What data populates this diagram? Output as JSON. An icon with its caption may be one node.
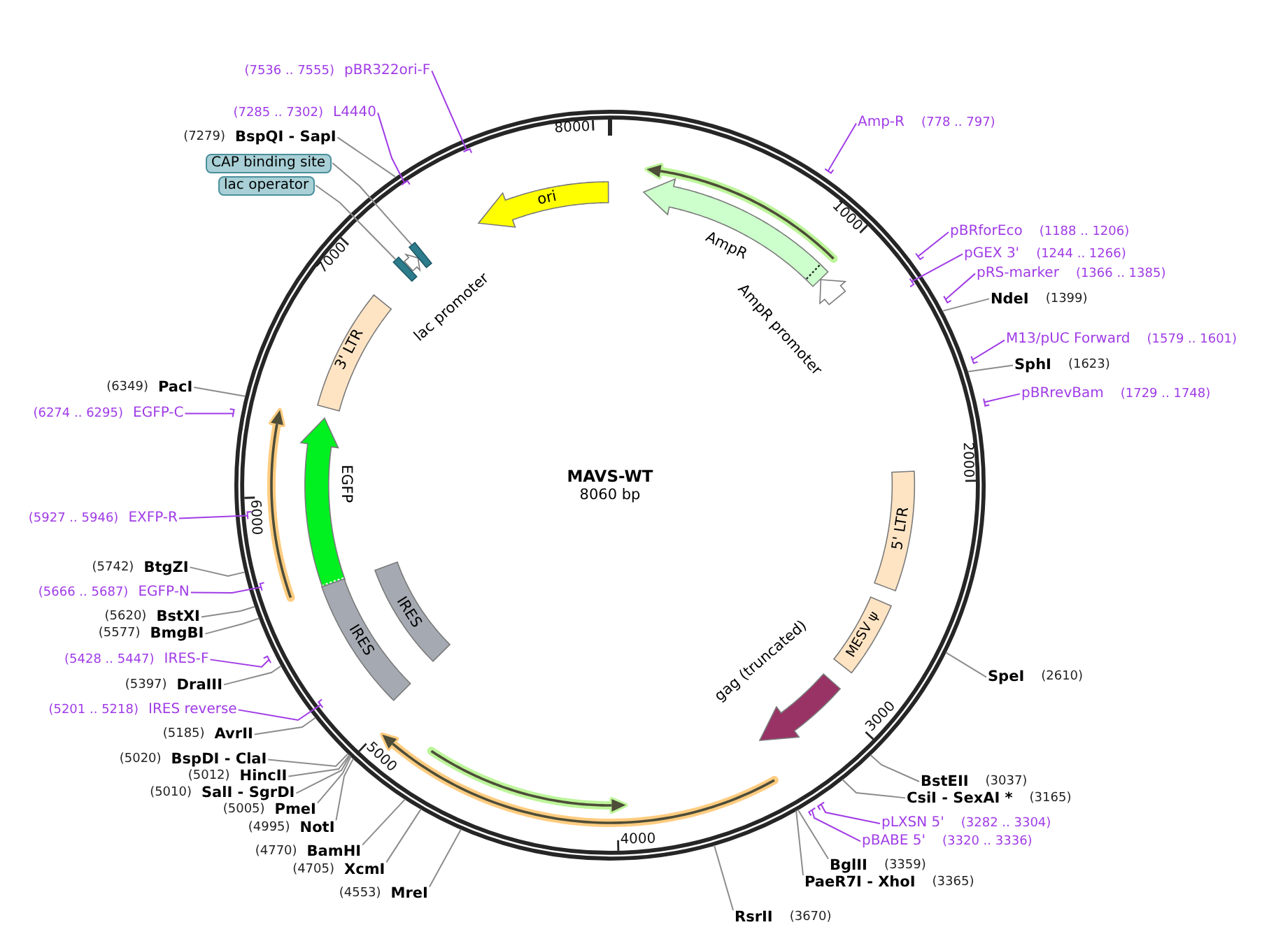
{
  "diagram": {
    "nodes": [
      {
        "text": [
          "MAVS-WT",
          "8060 bp"
        ]
      },
      {
        "text": [
          "ori"
        ],
        "in": 0
      },
      {
        "text": [
          "AmpR"
        ],
        "in": 0
      },
      {
        "text": [
          "AmpR promoter"
        ],
        "in": 0
      },
      {
        "text": [
          "lac promoter"
        ],
        "in": 0
      },
      {
        "text": [],
        "shape": "bar",
        "in": 0
      },
      {
        "text": [],
        "shape": "bar",
        "in": 0
      },
      {
        "text": [
          "3' LTR"
        ],
        "in": 0
      },
      {
        "text": [
          "EGFP"
        ],
        "in": 0
      },
      {
        "text": [
          "IRES"
        ],
        "in": 0
      },
      {
        "text": [
          "IRES"
        ],
        "in": 0
      },
      {
        "text": [
          "5' LTR"
        ],
        "in": 0
      },
      {
        "text": [
          "MESV ψ"
        ],
        "in": 0
      },
      {
        "text": [
          "gag (truncated)"
        ],
        "in": 0
      },
      {
        "text": [
          "(7536 .. 7555)",
          "pBR322ori-F"
        ]
      },
      {
        "text": [
          "(7285 .. 7302)",
          "L4440"
        ]
      },
      {
        "text": [
          "(7279)",
          "BspQI - SapI"
        ]
      },
      {
        "text": [
          "CAP binding site"
        ]
      },
      {
        "text": [
          "lac operator"
        ]
      },
      {
        "text": [
          "(6349)",
          "PacI"
        ]
      },
      {
        "text": [
          "(6274 .. 6295)",
          "EGFP-C"
        ]
      },
      {
        "text": [
          "(5927 .. 5946)",
          "EXFP-R"
        ]
      },
      {
        "text": [
          "(5742)",
          "BtgZI"
        ]
      },
      {
        "text": [
          "(5666 .. 5687)",
          "EGFP-N"
        ]
      },
      {
        "text": [
          "(5620)",
          "BstXI"
        ]
      },
      {
        "text": [
          "(5577)",
          "BmgBI"
        ]
      },
      {
        "text": [
          "(5428 .. 5447)",
          "IRES-F"
        ]
      },
      {
        "text": [
          "(5397)",
          "DraIII"
        ]
      },
      {
        "text": [
          "(5201 .. 5218)",
          "IRES reverse"
        ]
      },
      {
        "text": [
          "(5185)",
          "AvrII"
        ]
      },
      {
        "text": [
          "(5020)",
          "BspDI - ClaI"
        ]
      },
      {
        "text": [
          "(5012)",
          "HincII"
        ]
      },
      {
        "text": [
          "(5010)",
          "SalI - SgrDI"
        ]
      },
      {
        "text": [
          "(5005)",
          "PmeI"
        ]
      },
      {
        "text": [
          "(4995)",
          "NotI"
        ]
      },
      {
        "text": [
          "(4770)",
          "BamHI"
        ]
      },
      {
        "text": [
          "(4705)",
          "XcmI"
        ]
      },
      {
        "text": [
          "(4553)",
          "MreI"
        ]
      },
      {
        "text": [
          "Amp-R",
          "(778 .. 797)"
        ]
      },
      {
        "text": [
          "pBRforEco",
          "(1188 .. 1206)"
        ]
      },
      {
        "text": [
          "pGEX 3'",
          "(1244 .. 1266)"
        ]
      },
      {
        "text": [
          "pRS-marker",
          "(1366 .. 1385)"
        ]
      },
      {
        "text": [
          "NdeI",
          "(1399)"
        ]
      },
      {
        "text": [
          "M13/pUC Forward",
          "(1579 .. 1601)"
        ]
      },
      {
        "text": [
          "SphI",
          "(1623)"
        ]
      },
      {
        "text": [
          "pBRrevBam",
          "(1729 .. 1748)"
        ]
      },
      {
        "text": [
          "SpeI",
          "(2610)"
        ]
      },
      {
        "text": [
          "BstEII",
          "(3037)"
        ]
      },
      {
        "text": [
          "CsiI - SexAI *",
          "(3165)"
        ]
      },
      {
        "text": [
          "pLXSN 5'",
          "(3282 .. 3304)"
        ]
      },
      {
        "text": [
          "pBABE 5'",
          "(3320 .. 3336)"
        ]
      },
      {
        "text": [
          "BglII",
          "(3359)"
        ]
      },
      {
        "text": [
          "PaeR7I - XhoI",
          "(3365)"
        ]
      },
      {
        "text": [
          "RsrII",
          "(3670)"
        ]
      }
    ],
    "edges": [
      {
        "from": 14,
        "to": 0,
        "arrow": "none",
        "color": "#a03ce6"
      },
      {
        "from": 15,
        "to": 0,
        "arrow": "none",
        "color": "#a03ce6"
      },
      {
        "from": 16,
        "to": 0,
        "arrow": "none"
      },
      {
        "from": 17,
        "to": 6,
        "arrow": "none"
      },
      {
        "from": 18,
        "to": 5,
        "arrow": "none"
      },
      {
        "from": 19,
        "to": 0,
        "arrow": "none"
      },
      {
        "from": 20,
        "to": 0,
        "arrow": "none",
        "color": "#a03ce6"
      },
      {
        "from": 21,
        "to": 0,
        "arrow": "none",
        "color": "#a03ce6"
      },
      {
        "from": 22,
        "to": 0,
        "arrow": "none"
      },
      {
        "from": 23,
        "to": 0,
        "arrow": "none",
        "color": "#a03ce6"
      },
      {
        "from": 24,
        "to": 0,
        "arrow": "none"
      },
      {
        "from": 25,
        "to": 0,
        "arrow": "none"
      },
      {
        "from": 26,
        "to": 0,
        "arrow": "none",
        "color": "#a03ce6"
      },
      {
        "from": 27,
        "to": 0,
        "arrow": "none"
      },
      {
        "from": 28,
        "to": 0,
        "arrow": "none",
        "color": "#a03ce6"
      },
      {
        "from": 29,
        "to": 0,
        "arrow": "none"
      },
      {
        "from": 30,
        "to": 0,
        "arrow": "none"
      },
      {
        "from": 31,
        "to": 0,
        "arrow": "none"
      },
      {
        "from": 32,
        "to": 0,
        "arrow": "none"
      },
      {
        "from": 33,
        "to": 0,
        "arrow": "none"
      },
      {
        "from": 34,
        "to": 0,
        "arrow": "none"
      },
      {
        "from": 35,
        "to": 0,
        "arrow": "none"
      },
      {
        "from": 36,
        "to": 0,
        "arrow": "none"
      },
      {
        "from": 37,
        "to": 0,
        "arrow": "none"
      },
      {
        "from": 38,
        "to": 0,
        "arrow": "none",
        "color": "#a03ce6"
      },
      {
        "from": 39,
        "to": 0,
        "arrow": "none",
        "color": "#a03ce6"
      },
      {
        "from": 40,
        "to": 0,
        "arrow": "none",
        "color": "#a03ce6"
      },
      {
        "from": 41,
        "to": 0,
        "arrow": "none",
        "color": "#a03ce6"
      },
      {
        "from": 42,
        "to": 0,
        "arrow": "none"
      },
      {
        "from": 43,
        "to": 0,
        "arrow": "none",
        "color": "#a03ce6"
      },
      {
        "from": 44,
        "to": 0,
        "arrow": "none"
      },
      {
        "from": 45,
        "to": 0,
        "arrow": "none",
        "color": "#a03ce6"
      },
      {
        "from": 46,
        "to": 0,
        "arrow": "none"
      },
      {
        "from": 47,
        "to": 0,
        "arrow": "none"
      },
      {
        "from": 48,
        "to": 0,
        "arrow": "none"
      },
      {
        "from": 49,
        "to": 0,
        "arrow": "none",
        "color": "#a03ce6"
      },
      {
        "from": 50,
        "to": 0,
        "arrow": "none",
        "color": "#a03ce6"
      },
      {
        "from": 51,
        "to": 0,
        "arrow": "none"
      },
      {
        "from": 52,
        "to": 0,
        "arrow": "none"
      },
      {
        "from": 53,
        "to": 0,
        "arrow": "none"
      }
    ],
    "labels": [
      "8000",
      "1000",
      "2000",
      "3000",
      "4000",
      "5000",
      "6000",
      "7000"
    ]
  }
}
